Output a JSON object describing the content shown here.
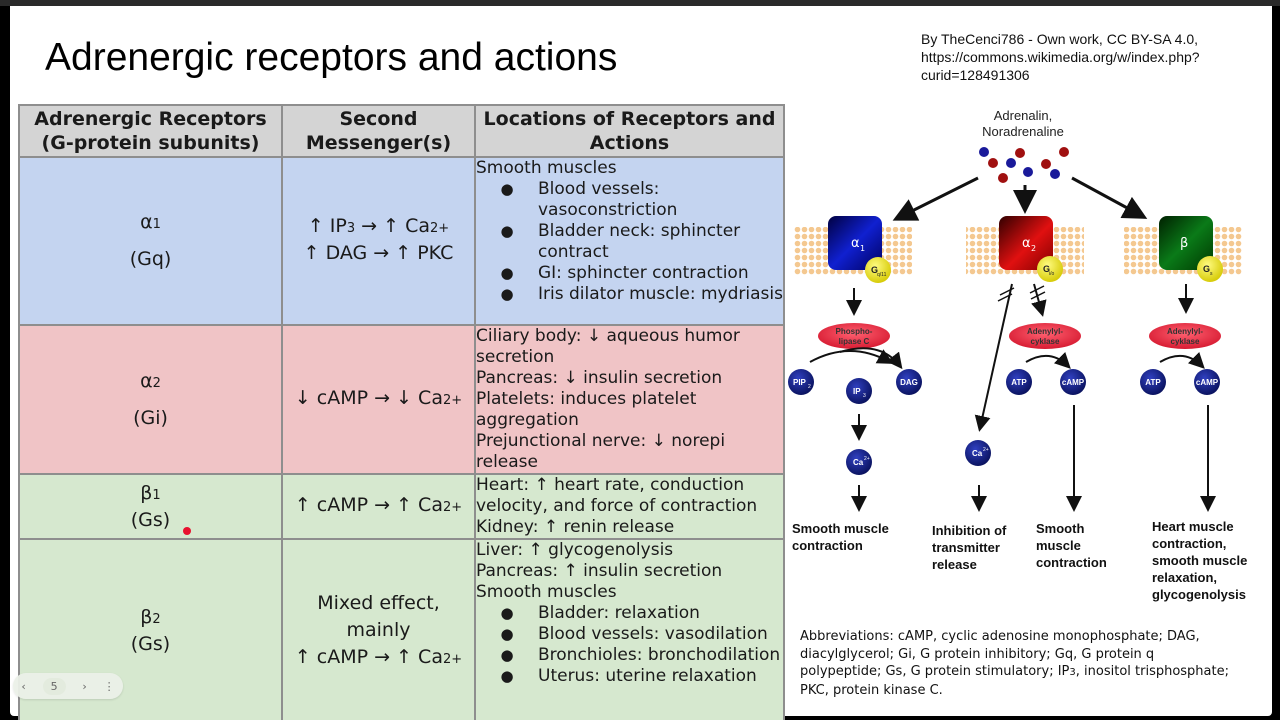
{
  "slide": {
    "title": "Adrenergic receptors and actions",
    "credit": "By TheCenci786 - Own work, CC BY-SA 4.0, https://commons.wikimedia.org/w/index.php?curid=128491306",
    "page_number": "5",
    "colors": {
      "alpha1_row": "#c4d4f0",
      "alpha2_row": "#f0c4c6",
      "beta_rows": "#d6e8cf",
      "header_row": "#d4d4d4"
    }
  },
  "table": {
    "headers": [
      "Adrenergic Receptors (G-protein subunits)",
      "Second Messenger(s)",
      "Locations of Receptors and Actions"
    ],
    "rows": [
      {
        "receptor": "α",
        "receptor_sub": "1",
        "gprotein": "(Gq)",
        "messenger_lines": [
          {
            "pre": "↑ IP",
            "sub": "3",
            "post": " → ↑ Ca",
            "sup": "2+"
          },
          {
            "pre": "↑ DAG → ↑ PKC",
            "sub": "",
            "post": "",
            "sup": ""
          }
        ],
        "locations": [
          {
            "type": "line",
            "text": "Smooth muscles"
          },
          {
            "type": "bullet",
            "text": "Blood vessels: vasoconstriction"
          },
          {
            "type": "bullet",
            "text": "Bladder neck: sphincter contract"
          },
          {
            "type": "bullet",
            "text": "GI: sphincter contraction"
          },
          {
            "type": "bullet",
            "text": "Iris dilator muscle: mydriasis"
          }
        ]
      },
      {
        "receptor": "α",
        "receptor_sub": "2",
        "gprotein": "(Gi)",
        "messenger_lines": [
          {
            "pre": "↓ cAMP → ↓ Ca",
            "sub": "",
            "post": "",
            "sup": "2+"
          }
        ],
        "locations": [
          {
            "type": "line",
            "text": "Ciliary body: ↓ aqueous humor secretion"
          },
          {
            "type": "line",
            "text": "Pancreas: ↓ insulin secretion"
          },
          {
            "type": "line",
            "text": "Platelets: induces platelet aggregation"
          },
          {
            "type": "line",
            "text": "Prejunctional nerve: ↓ norepi release"
          }
        ]
      },
      {
        "receptor": "β",
        "receptor_sub": "1",
        "gprotein": "(Gs)",
        "messenger_lines": [
          {
            "pre": "↑  cAMP → ↑ Ca",
            "sub": "",
            "post": "",
            "sup": "2+"
          }
        ],
        "locations": [
          {
            "type": "line",
            "text": "Heart: ↑ heart rate, conduction velocity, and force of contraction"
          },
          {
            "type": "line",
            "text": "Kidney: ↑ renin release"
          }
        ]
      },
      {
        "receptor": "β",
        "receptor_sub": "2",
        "gprotein": "(Gs)",
        "messenger_lines": [
          {
            "pre": "Mixed effect,",
            "sub": "",
            "post": "",
            "sup": ""
          },
          {
            "pre": "mainly",
            "sub": "",
            "post": "",
            "sup": ""
          },
          {
            "pre": "↑  cAMP → ↑ Ca",
            "sub": "",
            "post": "",
            "sup": "2+"
          }
        ],
        "locations": [
          {
            "type": "line",
            "text": "Liver: ↑ glycogenolysis"
          },
          {
            "type": "line",
            "text": "Pancreas: ↑ insulin secretion"
          },
          {
            "type": "line",
            "text": "Smooth muscles"
          },
          {
            "type": "bullet",
            "text": "Bladder: relaxation"
          },
          {
            "type": "bullet",
            "text": "Blood vessels: vasodilation"
          },
          {
            "type": "bullet",
            "text": "Bronchioles: bronchodilation"
          },
          {
            "type": "bullet",
            "text": "Uterus: uterine relaxation"
          }
        ]
      }
    ]
  },
  "diagram": {
    "ligand_label_1": "Adrenalin,",
    "ligand_label_2": "Noradrenaline",
    "receptors": [
      {
        "label": "α",
        "sub": "1",
        "gprotein": "G",
        "gsub": "q/11",
        "color": "#0a1ab0"
      },
      {
        "label": "α",
        "sub": "2",
        "gprotein": "G",
        "gsub": "i/o",
        "color": "#c40a0a"
      },
      {
        "label": "β",
        "sub": "",
        "gprotein": "G",
        "gsub": "s",
        "color": "#0a6a12"
      }
    ],
    "enzymes": [
      "Phospho-",
      "lipase C",
      "Adenylyl-",
      "cyklase",
      "Adenylyl-",
      "cyklase"
    ],
    "molecules": {
      "pip2": "PIP",
      "pip2_sub": "2",
      "ip3": "IP",
      "ip3_sub": "3",
      "dag": "DAG",
      "ca": "Ca",
      "ca_sup": "2+",
      "atp": "ATP",
      "camp": "cAMP"
    },
    "outcomes": [
      [
        "Smooth muscle",
        "contraction"
      ],
      [
        "Inhibition of",
        "transmitter",
        "release"
      ],
      [
        "Smooth",
        "muscle",
        "contraction"
      ],
      [
        "Heart muscle",
        "contraction,",
        "smooth muscle",
        "relaxation,",
        "glycogenolysis"
      ]
    ]
  },
  "abbreviations": {
    "part1": "Abbreviations: cAMP, cyclic adenosine monophosphate; DAG,  diacylglycerol; Gi, G protein inhibitory; Gq, G protein q polypeptide; Gs, G protein stimulatory; IP",
    "sub": "3",
    "part2": ", inositol trisphosphate; PKC, protein kinase C."
  },
  "pager": {
    "prev_icon": "‹",
    "next_icon": "›",
    "more_icon": "⋮"
  }
}
